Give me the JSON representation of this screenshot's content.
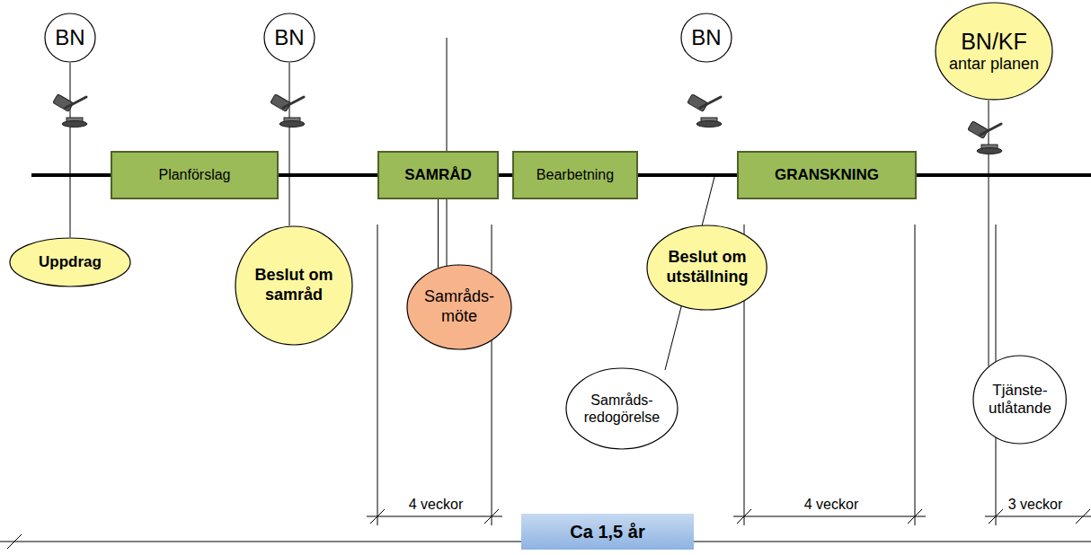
{
  "diagram": {
    "nodes": [
      {
        "text": [
          "BN"
        ]
      },
      {
        "text": [
          "BN"
        ]
      },
      {
        "text": [
          "BN"
        ]
      },
      {
        "text": [
          "BN/KF",
          "antar planen"
        ]
      },
      {
        "text": [
          "Planförslag"
        ]
      },
      {
        "text": [
          "SAMRÅD"
        ]
      },
      {
        "text": [
          "Bearbetning"
        ]
      },
      {
        "text": [
          "GRANSKNING"
        ]
      },
      {
        "text": [
          "Uppdrag"
        ]
      },
      {
        "text": [
          "Beslut om samråd"
        ]
      },
      {
        "text": [
          "Samråds- möte"
        ]
      },
      {
        "text": [
          "Beslut om utställning"
        ]
      },
      {
        "text": [
          "Samråds- redogörelse"
        ]
      },
      {
        "text": [
          "Tjänste- utlåtande"
        ]
      }
    ],
    "edges": [
      {
        "from": 0,
        "to": 8,
        "arrow": "none"
      },
      {
        "from": 1,
        "to": 9,
        "arrow": "none"
      },
      {
        "from": 5,
        "to": 10,
        "arrow": "none"
      },
      {
        "from": 2,
        "to": 11,
        "arrow": "none"
      },
      {
        "from": 3,
        "to": 13,
        "arrow": "none"
      }
    ],
    "labels": [
      "4 veckor",
      "4 veckor",
      "3 veckor",
      "Ca 1,5 år"
    ]
  }
}
